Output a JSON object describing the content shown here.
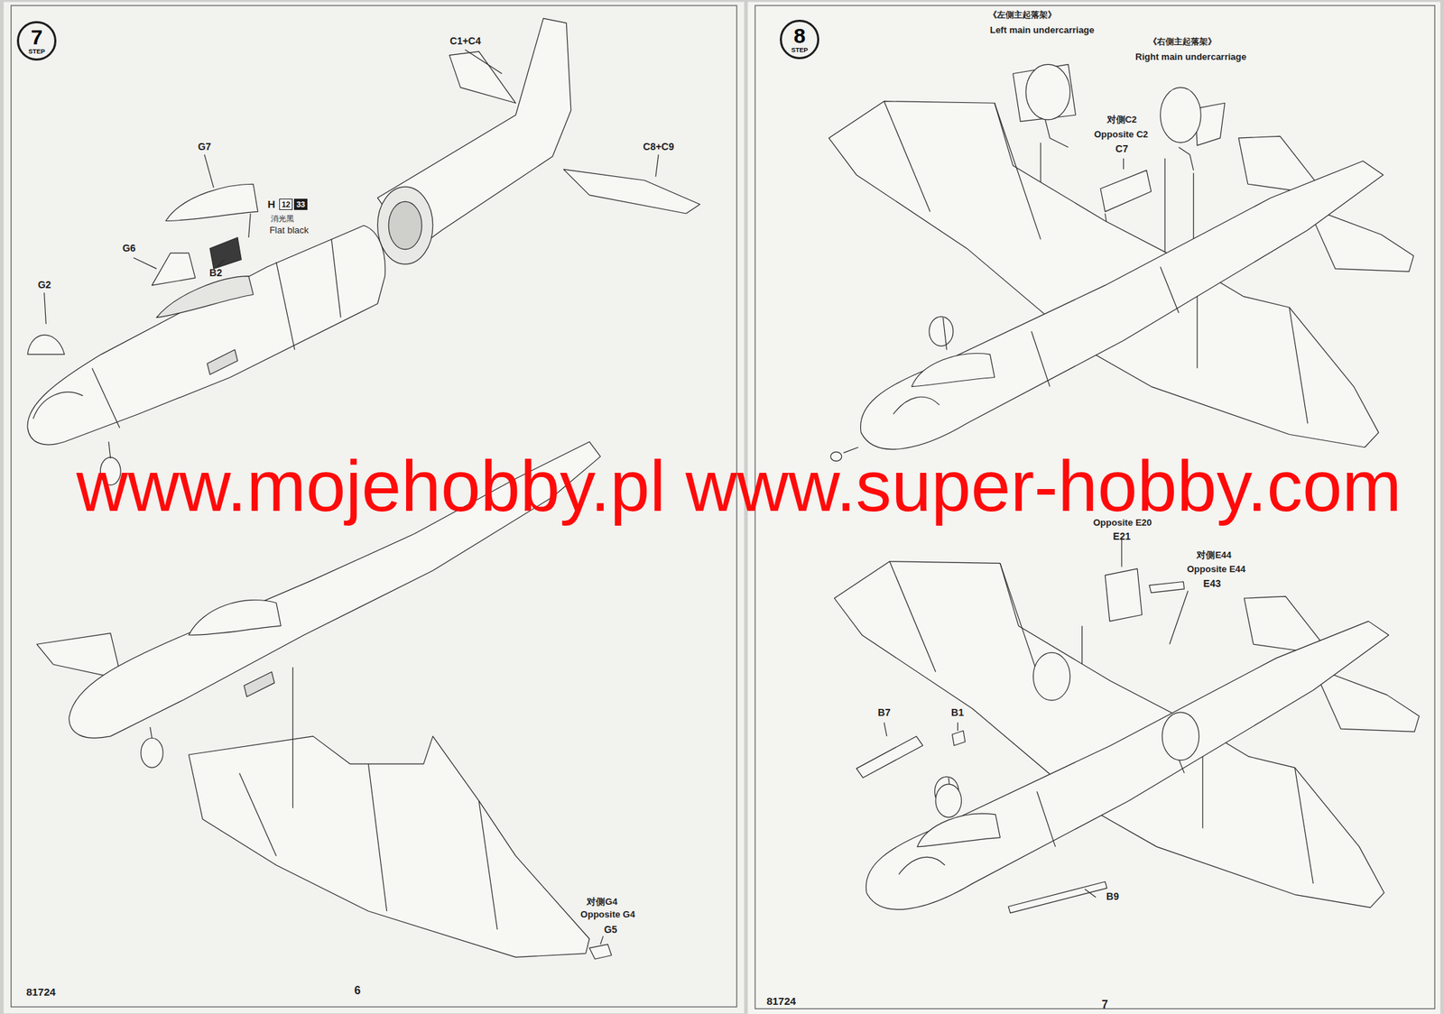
{
  "diagram": {
    "nodes": [
      {
        "text": [
          "7",
          "STEP"
        ]
      },
      {
        "text": [
          "12"
        ]
      },
      {
        "text": [
          "33"
        ]
      },
      {
        "text": [
          "8",
          "STEP"
        ]
      }
    ],
    "labels": [
      "C1+C4",
      "G7",
      "H",
      "消光黑",
      "Flat black",
      "C8+C9",
      "G6",
      "B2",
      "G2",
      "www.mojehobby.pl www.super-hobby.com",
      "对側G4",
      "Opposite G4",
      "G5",
      "81724",
      "6",
      "《左側主起落架》",
      "Left main undercarriage",
      "《右側主起落架》",
      "Right main undercarriage",
      "对側C2",
      "Opposite C2",
      "C7",
      "Opposite E20",
      "E21",
      "对側E44",
      "Opposite E44",
      "E43",
      "B7",
      "B1",
      "B9",
      "81724",
      "7"
    ]
  }
}
